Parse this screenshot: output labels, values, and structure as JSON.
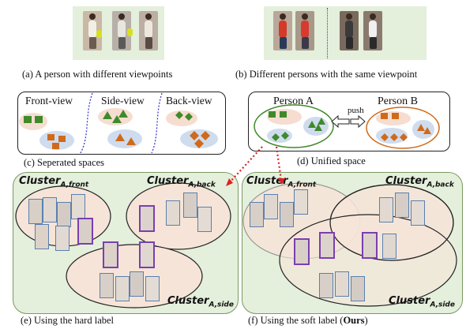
{
  "captions": {
    "a": "(a) A person with different viewpoints",
    "b": "(b) Different persons with  the same viewpoint",
    "c": "(c) Seperated spaces",
    "d": "(d) Unified space",
    "e": "(e) Using the hard label",
    "f_prefix": "(f) Using the soft label (",
    "f_bold": "Ours",
    "f_suffix": ")"
  },
  "panel_c": {
    "front": "Front-view",
    "side": "Side-view",
    "back": "Back-view"
  },
  "panel_d": {
    "person_a": "Person A",
    "person_b": "Person B",
    "push": "push"
  },
  "clusters": {
    "prefix": "Cluster",
    "front_sub": "A,front",
    "back_sub": "A,back",
    "side_sub": "A,side"
  },
  "colors": {
    "green_shape": "#3f8a2a",
    "orange_shape": "#d06a1a",
    "pink_blob": "#f6ddd0",
    "blue_blob": "#cfdcee",
    "green_ellipse": "#3f8a2a",
    "orange_ellipse": "#d06a1a",
    "cluster_fill": "#f6e4d8",
    "purple_border": "#7a3fb0",
    "red_dot": "#e02020"
  }
}
